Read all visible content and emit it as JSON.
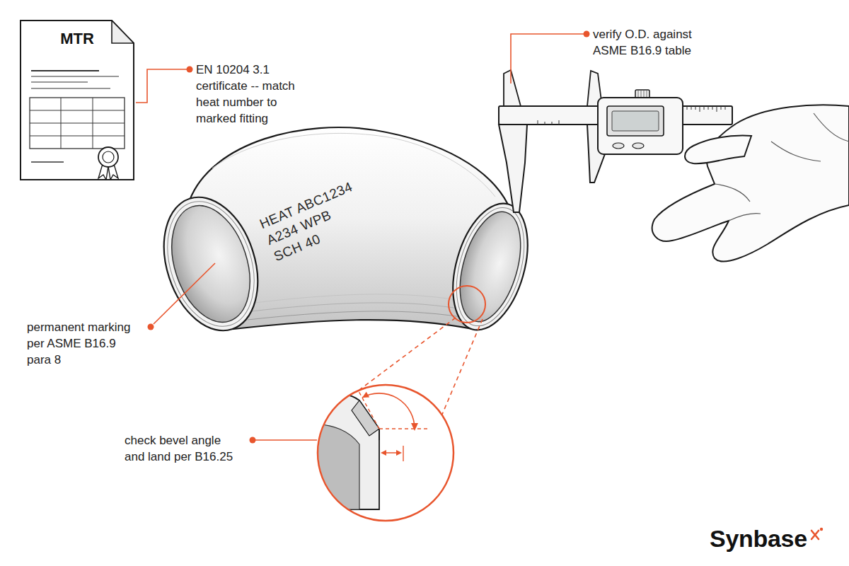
{
  "diagram": {
    "nodes": [
      {
        "text": [
          "MTR"
        ]
      }
    ],
    "labels": [
      "EN 10204 3.1 certificate -- match heat number to marked fitting",
      "verify O.D. against ASME B16.9 table",
      "HEAT ABC1234",
      "A234 WPB",
      "SCH 40",
      "permanent marking per ASME B16.9 para 8",
      "check bevel angle and land per B16.25",
      "Synbase"
    ]
  }
}
